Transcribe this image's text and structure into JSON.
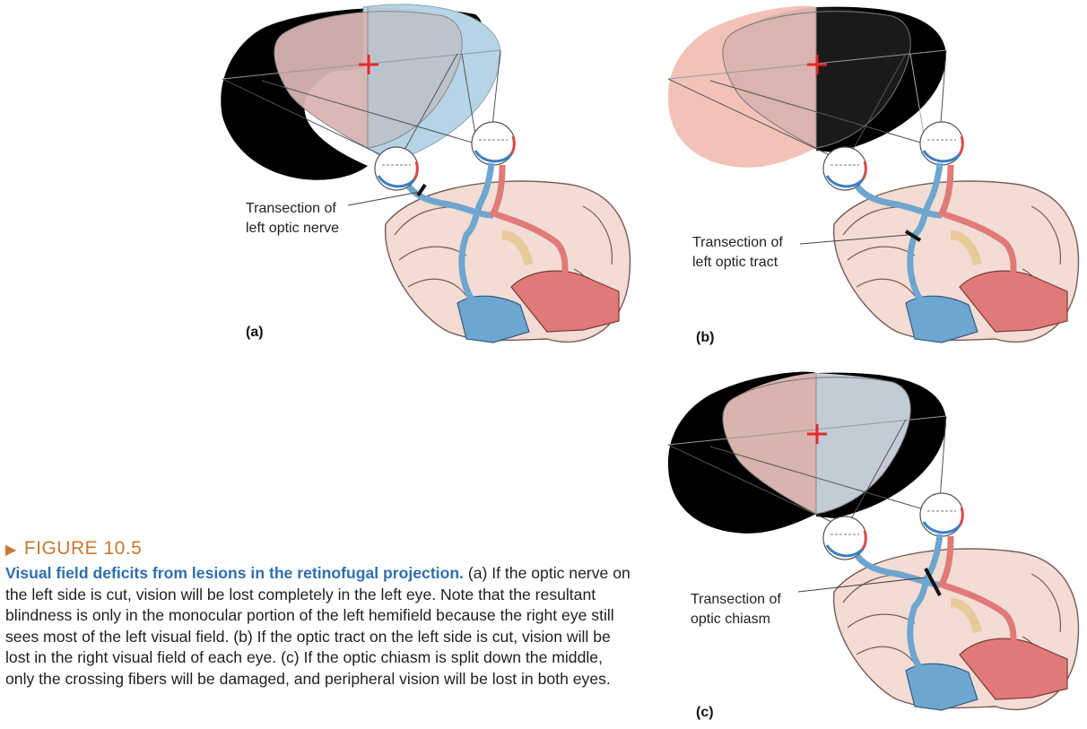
{
  "figure": {
    "number": "FIGURE 10.5",
    "title": "Visual field deficits from lesions in the retinofugal projection.",
    "caption_parts": [
      {
        "marker": "(a)",
        "text": " If the optic nerve on the left side is cut, vision will be lost completely in the left eye. Note that the resultant blindness is only in the monocular portion of the left hemifield because the right eye still sees most of the left visual field. "
      },
      {
        "marker": "(b)",
        "text": " If the optic tract on the left side is cut, vision will be lost in the right visual field of each eye. "
      },
      {
        "marker": "(c)",
        "text": " If the optic chiasm is split down the middle, only the crossing fibers will be damaged, and peripheral vision will be lost in both eyes."
      }
    ]
  },
  "panels": [
    {
      "id": "a",
      "letter": "(a)",
      "lesion_label": "Transection of\nleft optic nerve"
    },
    {
      "id": "b",
      "letter": "(b)",
      "lesion_label": "Transection of\nleft optic tract"
    },
    {
      "id": "c",
      "letter": "(c)",
      "lesion_label": "Transection of\noptic chiasm"
    }
  ],
  "colors": {
    "blind": "#000000",
    "left_eye_field": "#d8b4b2",
    "right_eye_field": "#b7d3e6",
    "overlap_field": "#c2c8d1",
    "left_field_pink": "#f2c2b8",
    "fixation_cross": "#e8262a",
    "left_pathway": "#6ea6cf",
    "right_pathway": "#e07a78",
    "cortex": "#f3dcd4",
    "caption_head": "#c8782f",
    "caption_title": "#2f6fae"
  }
}
